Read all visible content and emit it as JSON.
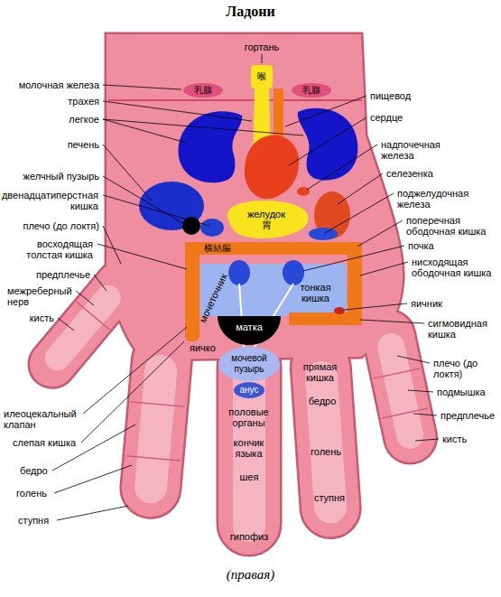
{
  "diagram": {
    "title": "Ладони",
    "caption": "(правая)",
    "nodes": [
      {
        "text": [
          "желудок",
          "胃"
        ]
      },
      {
        "text": [
          "матка"
        ]
      },
      {
        "text": [
          "мочевой пузырь"
        ]
      }
    ],
    "labels": [
      "гортань",
      "молочная железа",
      "乳腺",
      "乳腺",
      "喉",
      "пищевод",
      "трахея",
      "сердце",
      "легкое",
      "надпочечная железа",
      "печень",
      "селезенка",
      "желчный пузырь",
      "поджелудочная железа",
      "двенадцатиперстная кишка",
      "поперечная ободочная кишка",
      "плечо (до локтя)",
      "почка",
      "横結腸",
      "восходящая толстая кишка",
      "нисходящая ободочная кишка",
      "предплечье",
      "тонкая кишка",
      "межреберный нерв",
      "кисть",
      "мочеточник",
      "яичник",
      "сигмовидная кишка",
      "яичко",
      "илеоцекальный клапан",
      "слепая кишка",
      "бедро",
      "голень",
      "ступня",
      "анус",
      "прямая кишка",
      "бедро",
      "половые органы",
      "кончик языка",
      "голень",
      "шея",
      "ступня",
      "гипофиз",
      "плечо (до локтя)",
      "подмышка",
      "предплечье",
      "кисть"
    ]
  }
}
